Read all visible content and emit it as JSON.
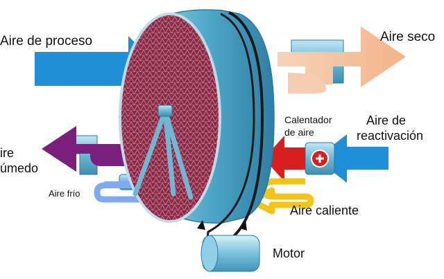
{
  "labels": {
    "process_air": "Aire de proceso",
    "dry_air": "Aire seco",
    "heater_line1": "Calentador",
    "heater_line2": "de aire",
    "reactivation_line1": "Aire de",
    "reactivation_line2": "reactivación",
    "humid_line1": "ire",
    "humid_line2": "úmedo",
    "cold_air": "Aire frío",
    "hot_air": "Aire caliente",
    "motor": "Motor"
  },
  "colors": {
    "process_arrow": "#1f8fd8",
    "dry_arrow": "#f4c3a0",
    "humid_arrow": "#7a1f7c",
    "heater_arrow": "#d81f1f",
    "reactivation_arrow": "#1f8fd8",
    "hot_air_arrow": "#f2c418",
    "cold_air_arrow": "#7faaf0",
    "wheel_face": "#8a2a46",
    "wheel_rim": "#4fa9c9",
    "duct": "#7cc0da"
  },
  "icons": {
    "heater": "plus-icon"
  }
}
